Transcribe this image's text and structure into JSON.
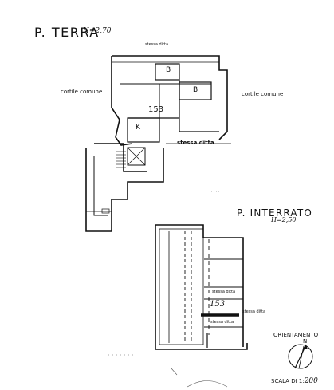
{
  "ground_floor": {
    "title": "P. TERRA",
    "height": "H=2,70",
    "room_number": "153",
    "labels": {
      "top_neighbor": "stessa ditta",
      "left_courtyard": "cortile comune",
      "right_courtyard": "cortile comune",
      "bath_1": "B",
      "bath_2": "B",
      "kitchen": "K",
      "bottom_neighbor": "stessa ditta"
    }
  },
  "basement": {
    "title": "P. INTERRATO",
    "height": "H=2,50",
    "room_number": "153",
    "labels": {
      "upper_neighbor": "stessa ditta",
      "lower_neighbor": "stessa ditta",
      "side_note": "stessa ditta"
    }
  },
  "orientation": {
    "label": "ORIENTAMENTO",
    "letter": "N"
  },
  "scale": {
    "label": "SCALA DI 1:",
    "value": "200"
  }
}
